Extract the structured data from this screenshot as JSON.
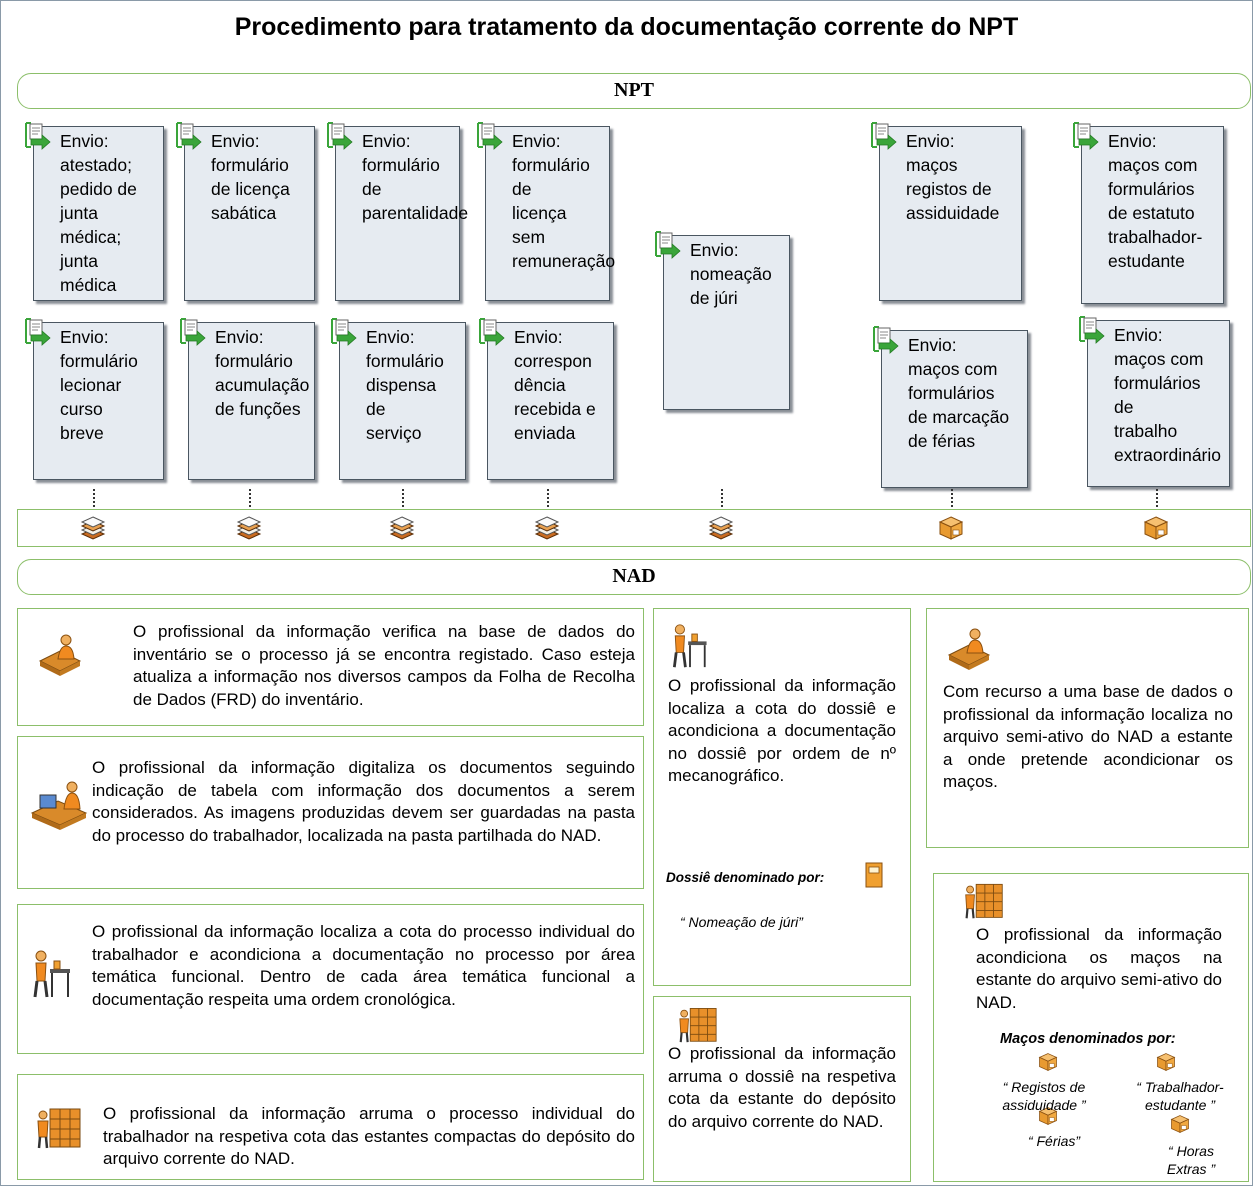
{
  "title": "Procedimento para tratamento da documentação corrente do NPT",
  "lanes": {
    "npt": "NPT",
    "nad": "NAD"
  },
  "cards": [
    {
      "lines": [
        "Envio:",
        "atestado;",
        "pedido de",
        "junta",
        "médica;",
        "junta",
        "médica"
      ]
    },
    {
      "lines": [
        "Envio:",
        "formulário",
        "de licença",
        "sabática"
      ]
    },
    {
      "lines": [
        "Envio:",
        "formulário de",
        "parentalidade"
      ]
    },
    {
      "lines": [
        "Envio:",
        "formulário de",
        "licença sem",
        "remuneração"
      ]
    },
    {
      "lines": [
        "Envio:",
        "nomeação",
        "de júri"
      ]
    },
    {
      "lines": [
        "Envio:",
        "maços",
        "registos de",
        "assiduidade"
      ]
    },
    {
      "lines": [
        "Envio:",
        "maços com",
        "formulários",
        "de estatuto",
        "trabalhador-",
        "estudante"
      ]
    },
    {
      "lines": [
        "Envio:",
        "formulário",
        "lecionar",
        "curso",
        "breve"
      ]
    },
    {
      "lines": [
        "Envio:",
        "formulário",
        "acumulação",
        "de funções"
      ]
    },
    {
      "lines": [
        "Envio:",
        "formulário",
        "dispensa de",
        "serviço"
      ]
    },
    {
      "lines": [
        "Envio:",
        "correspon",
        "dência",
        "recebida e",
        "enviada"
      ]
    },
    {
      "lines": [
        "Envio:",
        "maços com",
        "formulários",
        "de marcação",
        "de férias"
      ]
    },
    {
      "lines": [
        "Envio:",
        "maços com",
        "formulários de",
        "trabalho",
        "extraordinário"
      ]
    }
  ],
  "strip_icons": [
    "documents-stack-icon",
    "documents-stack-icon",
    "documents-stack-icon",
    "documents-stack-icon",
    "documents-stack-icon",
    "box-icon",
    "box-icon"
  ],
  "panels": {
    "p1": "O profissional da informação  verifica na base de dados do inventário se o processo já se encontra registado. Caso esteja atualiza  a informação nos diversos campos da Folha de Recolha de Dados (FRD) do inventário.",
    "p2": "O profissional da informação digitaliza os documentos seguindo indicação de tabela com informação dos documentos a serem considerados. As imagens produzidas devem ser guardadas na pasta do processo do trabalhador, localizada na pasta partilhada do NAD.",
    "p3": "O profissional da informação localiza a cota do processo individual do trabalhador e acondiciona a documentação no processo por área temática funcional. Dentro de cada área temática funcional a documentação respeita uma ordem cronológica.",
    "p4": "O profissional da informação  arruma o processo individual do trabalhador na respetiva cota das estantes compactas do depósito do arquivo corrente do NAD.",
    "p5": "O profissional da informação localiza a cota do dossiê e acondiciona a documentação no dossiê por ordem de nº mecanográfico.",
    "p5_label": "Dossiê  denominado por:",
    "p5_name": "“ Nomeação de júri”",
    "p6": "O profissional da informação arruma o dossiê na respetiva cota da estante do depósito do arquivo corrente do NAD.",
    "p7": "Com recurso a uma base de dados o profissional da informação localiza no arquivo semi-ativo do NAD a estante a onde pretende acondicionar os maços.",
    "p8": "O profissional da informação acondiciona os maços na estante do arquivo semi-ativo do NAD.",
    "p8_label": "Maços denominados por:",
    "p8_names": [
      "“ Registos de assiduidade ”",
      "“ Trabalhador-estudante ”",
      "“ Férias”",
      "“ Horas Extras ”"
    ]
  },
  "colors": {
    "lane_border": "#8cbf6a",
    "card_fill": "#e6ebf1",
    "arrow": "#3aa53a",
    "icon_orange": "#f0a030"
  }
}
